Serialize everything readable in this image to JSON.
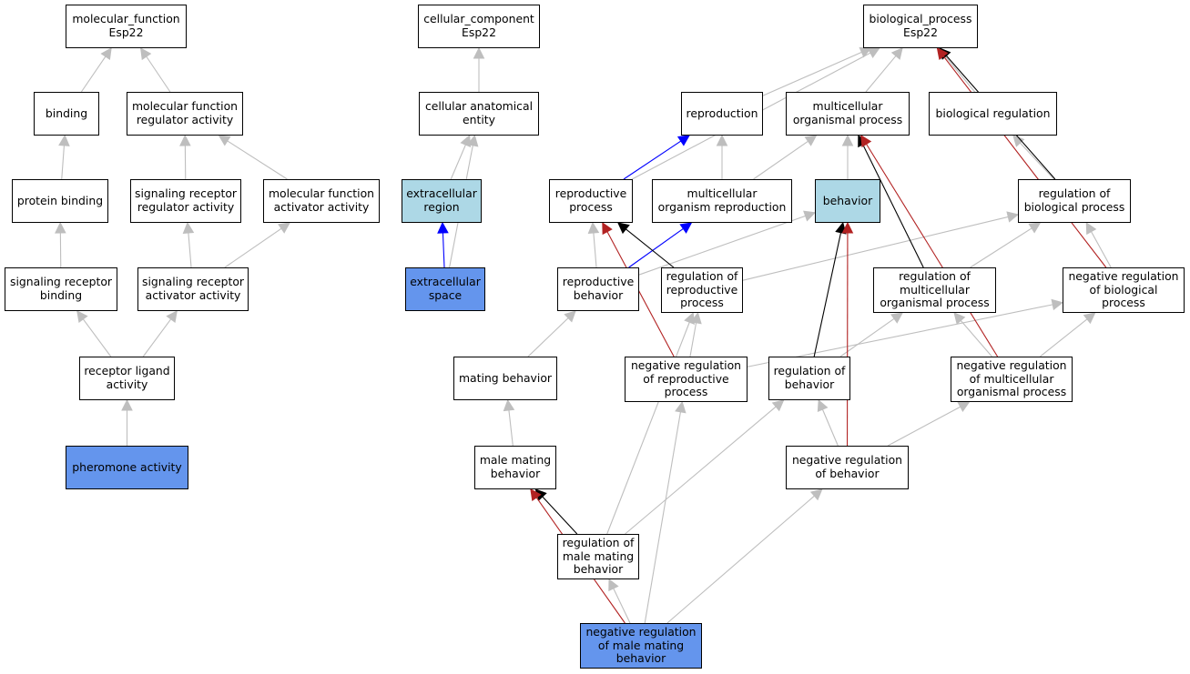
{
  "colors": {
    "is_a": "#bebebe",
    "part_of": "#0000ff",
    "regulates": "#000000",
    "negatively_regulates": "#b22222",
    "highlight_light": "#add8e6",
    "highlight_strong": "#6495ed"
  },
  "nodes": {
    "mf_root": {
      "label": "molecular_function\nEsp22",
      "style": "plain"
    },
    "binding": {
      "label": "binding",
      "style": "plain"
    },
    "mf_regulator": {
      "label": "molecular function\nregulator activity",
      "style": "plain"
    },
    "protein_binding": {
      "label": "protein binding",
      "style": "plain"
    },
    "sig_rec_regulator": {
      "label": "signaling receptor\nregulator activity",
      "style": "plain"
    },
    "mf_activator": {
      "label": "molecular function\nactivator activity",
      "style": "plain"
    },
    "sig_rec_binding": {
      "label": "signaling receptor\nbinding",
      "style": "plain"
    },
    "sig_rec_activator": {
      "label": "signaling receptor\nactivator activity",
      "style": "plain"
    },
    "receptor_ligand": {
      "label": "receptor ligand\nactivity",
      "style": "plain"
    },
    "pheromone": {
      "label": "pheromone activity",
      "style": "strong"
    },
    "cc_root": {
      "label": "cellular_component\nEsp22",
      "style": "plain"
    },
    "cell_anat": {
      "label": "cellular anatomical\nentity",
      "style": "plain"
    },
    "extracell_region": {
      "label": "extracellular\nregion",
      "style": "light"
    },
    "extracell_space": {
      "label": "extracellular\nspace",
      "style": "strong"
    },
    "bp_root": {
      "label": "biological_process\nEsp22",
      "style": "plain"
    },
    "reproduction": {
      "label": "reproduction",
      "style": "plain"
    },
    "multicell_process": {
      "label": "multicellular\norganismal process",
      "style": "plain"
    },
    "bio_regulation": {
      "label": "biological regulation",
      "style": "plain"
    },
    "reproductive_process": {
      "label": "reproductive\nprocess",
      "style": "plain"
    },
    "multicell_repro": {
      "label": "multicellular\norganism reproduction",
      "style": "plain"
    },
    "behavior": {
      "label": "behavior",
      "style": "light"
    },
    "reg_bio_process": {
      "label": "regulation of\nbiological process",
      "style": "plain"
    },
    "repro_behavior": {
      "label": "reproductive\nbehavior",
      "style": "plain"
    },
    "reg_repro_process": {
      "label": "regulation of\nreproductive\nprocess",
      "style": "plain"
    },
    "reg_multicell": {
      "label": "regulation of\nmulticellular\norganismal process",
      "style": "plain"
    },
    "neg_reg_bio": {
      "label": "negative regulation\nof biological\nprocess",
      "style": "plain"
    },
    "mating_behavior": {
      "label": "mating behavior",
      "style": "plain"
    },
    "neg_reg_repro": {
      "label": "negative regulation\nof reproductive\nprocess",
      "style": "plain"
    },
    "reg_behavior": {
      "label": "regulation of\nbehavior",
      "style": "plain"
    },
    "neg_reg_multicell": {
      "label": "negative regulation\nof multicellular\norganismal process",
      "style": "plain"
    },
    "male_mating": {
      "label": "male mating\nbehavior",
      "style": "plain"
    },
    "neg_reg_behavior": {
      "label": "negative regulation\nof behavior",
      "style": "plain"
    },
    "reg_male_mating": {
      "label": "regulation of\nmale mating\nbehavior",
      "style": "plain"
    },
    "neg_reg_male_mating": {
      "label": "negative regulation\nof male mating\nbehavior",
      "style": "strong"
    }
  },
  "edges": [
    {
      "from": "binding",
      "to": "mf_root",
      "type": "is_a"
    },
    {
      "from": "mf_regulator",
      "to": "mf_root",
      "type": "is_a"
    },
    {
      "from": "protein_binding",
      "to": "binding",
      "type": "is_a"
    },
    {
      "from": "sig_rec_regulator",
      "to": "mf_regulator",
      "type": "is_a"
    },
    {
      "from": "mf_activator",
      "to": "mf_regulator",
      "type": "is_a"
    },
    {
      "from": "sig_rec_binding",
      "to": "protein_binding",
      "type": "is_a"
    },
    {
      "from": "sig_rec_activator",
      "to": "sig_rec_regulator",
      "type": "is_a"
    },
    {
      "from": "sig_rec_activator",
      "to": "mf_activator",
      "type": "is_a"
    },
    {
      "from": "receptor_ligand",
      "to": "sig_rec_binding",
      "type": "is_a"
    },
    {
      "from": "receptor_ligand",
      "to": "sig_rec_activator",
      "type": "is_a"
    },
    {
      "from": "pheromone",
      "to": "receptor_ligand",
      "type": "is_a"
    },
    {
      "from": "cell_anat",
      "to": "cc_root",
      "type": "is_a"
    },
    {
      "from": "extracell_region",
      "to": "cell_anat",
      "type": "is_a"
    },
    {
      "from": "extracell_space",
      "to": "cell_anat",
      "type": "is_a"
    },
    {
      "from": "extracell_space",
      "to": "extracell_region",
      "type": "part_of"
    },
    {
      "from": "reproduction",
      "to": "bp_root",
      "type": "is_a"
    },
    {
      "from": "multicell_process",
      "to": "bp_root",
      "type": "is_a"
    },
    {
      "from": "bio_regulation",
      "to": "bp_root",
      "type": "is_a"
    },
    {
      "from": "reproductive_process",
      "to": "bp_root",
      "type": "is_a"
    },
    {
      "from": "reproductive_process",
      "to": "reproduction",
      "type": "part_of"
    },
    {
      "from": "multicell_repro",
      "to": "reproduction",
      "type": "is_a"
    },
    {
      "from": "multicell_repro",
      "to": "multicell_process",
      "type": "is_a"
    },
    {
      "from": "behavior",
      "to": "multicell_process",
      "type": "is_a"
    },
    {
      "from": "reg_bio_process",
      "to": "bio_regulation",
      "type": "is_a"
    },
    {
      "from": "reg_bio_process",
      "to": "bp_root",
      "type": "regulates"
    },
    {
      "from": "neg_reg_bio",
      "to": "bp_root",
      "type": "negatively_regulates"
    },
    {
      "from": "repro_behavior",
      "to": "reproductive_process",
      "type": "is_a"
    },
    {
      "from": "repro_behavior",
      "to": "behavior",
      "type": "is_a"
    },
    {
      "from": "repro_behavior",
      "to": "multicell_repro",
      "type": "part_of"
    },
    {
      "from": "reg_repro_process",
      "to": "reproductive_process",
      "type": "regulates"
    },
    {
      "from": "reg_repro_process",
      "to": "reg_bio_process",
      "type": "is_a"
    },
    {
      "from": "reg_multicell",
      "to": "multicell_process",
      "type": "regulates"
    },
    {
      "from": "reg_multicell",
      "to": "reg_bio_process",
      "type": "is_a"
    },
    {
      "from": "neg_reg_bio",
      "to": "reg_bio_process",
      "type": "is_a"
    },
    {
      "from": "mating_behavior",
      "to": "repro_behavior",
      "type": "is_a"
    },
    {
      "from": "neg_reg_repro",
      "to": "reg_repro_process",
      "type": "is_a"
    },
    {
      "from": "neg_reg_repro",
      "to": "reproductive_process",
      "type": "negatively_regulates"
    },
    {
      "from": "neg_reg_repro",
      "to": "neg_reg_bio",
      "type": "is_a"
    },
    {
      "from": "reg_behavior",
      "to": "behavior",
      "type": "regulates"
    },
    {
      "from": "reg_behavior",
      "to": "reg_multicell",
      "type": "is_a"
    },
    {
      "from": "neg_reg_multicell",
      "to": "reg_multicell",
      "type": "is_a"
    },
    {
      "from": "neg_reg_multicell",
      "to": "neg_reg_bio",
      "type": "is_a"
    },
    {
      "from": "neg_reg_multicell",
      "to": "multicell_process",
      "type": "negatively_regulates"
    },
    {
      "from": "male_mating",
      "to": "mating_behavior",
      "type": "is_a"
    },
    {
      "from": "neg_reg_behavior",
      "to": "reg_behavior",
      "type": "is_a"
    },
    {
      "from": "neg_reg_behavior",
      "to": "neg_reg_multicell",
      "type": "is_a"
    },
    {
      "from": "neg_reg_behavior",
      "to": "behavior",
      "type": "negatively_regulates"
    },
    {
      "from": "reg_male_mating",
      "to": "male_mating",
      "type": "regulates"
    },
    {
      "from": "reg_male_mating",
      "to": "reg_repro_process",
      "type": "is_a"
    },
    {
      "from": "reg_male_mating",
      "to": "reg_behavior",
      "type": "is_a"
    },
    {
      "from": "neg_reg_male_mating",
      "to": "reg_male_mating",
      "type": "is_a"
    },
    {
      "from": "neg_reg_male_mating",
      "to": "male_mating",
      "type": "negatively_regulates"
    },
    {
      "from": "neg_reg_male_mating",
      "to": "neg_reg_repro",
      "type": "is_a"
    },
    {
      "from": "neg_reg_male_mating",
      "to": "neg_reg_behavior",
      "type": "is_a"
    }
  ]
}
